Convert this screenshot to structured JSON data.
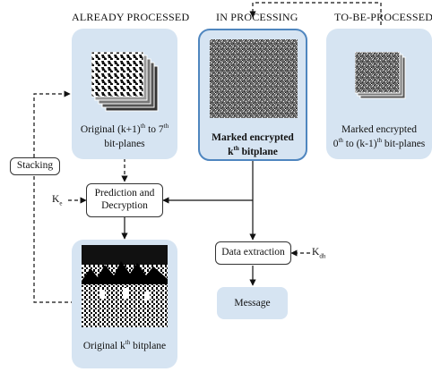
{
  "headings": {
    "already": "ALREADY PROCESSED",
    "in": "IN PROCESSING",
    "tobe": "TO-BE-PROCESSED"
  },
  "captions": {
    "already_pre": "Original (k+1)",
    "already_sup": "th",
    "already_mid": " to 7",
    "already_sup2": "th",
    "already_post": "bit-planes",
    "in_line1": "Marked encrypted",
    "in_k": "k",
    "in_sup": "th",
    "in_post": " bitplane",
    "tobe_line1": "Marked encrypted",
    "tobe_zero": "0",
    "tobe_sup": "th",
    "tobe_mid": " to (k-1)",
    "tobe_sup2": "th",
    "tobe_post": " bit-planes",
    "original_pre": "Original k",
    "original_sup": "th",
    "original_post": " bitplane"
  },
  "boxes": {
    "stacking": "Stacking",
    "prediction_line1": "Prediction and",
    "prediction_line2": "Decryption",
    "data_extraction": "Data extraction",
    "message": "Message"
  },
  "keys": {
    "ke_base": "K",
    "ke_sub": "e",
    "kdh_base": "K",
    "kdh_sub": "dh"
  }
}
